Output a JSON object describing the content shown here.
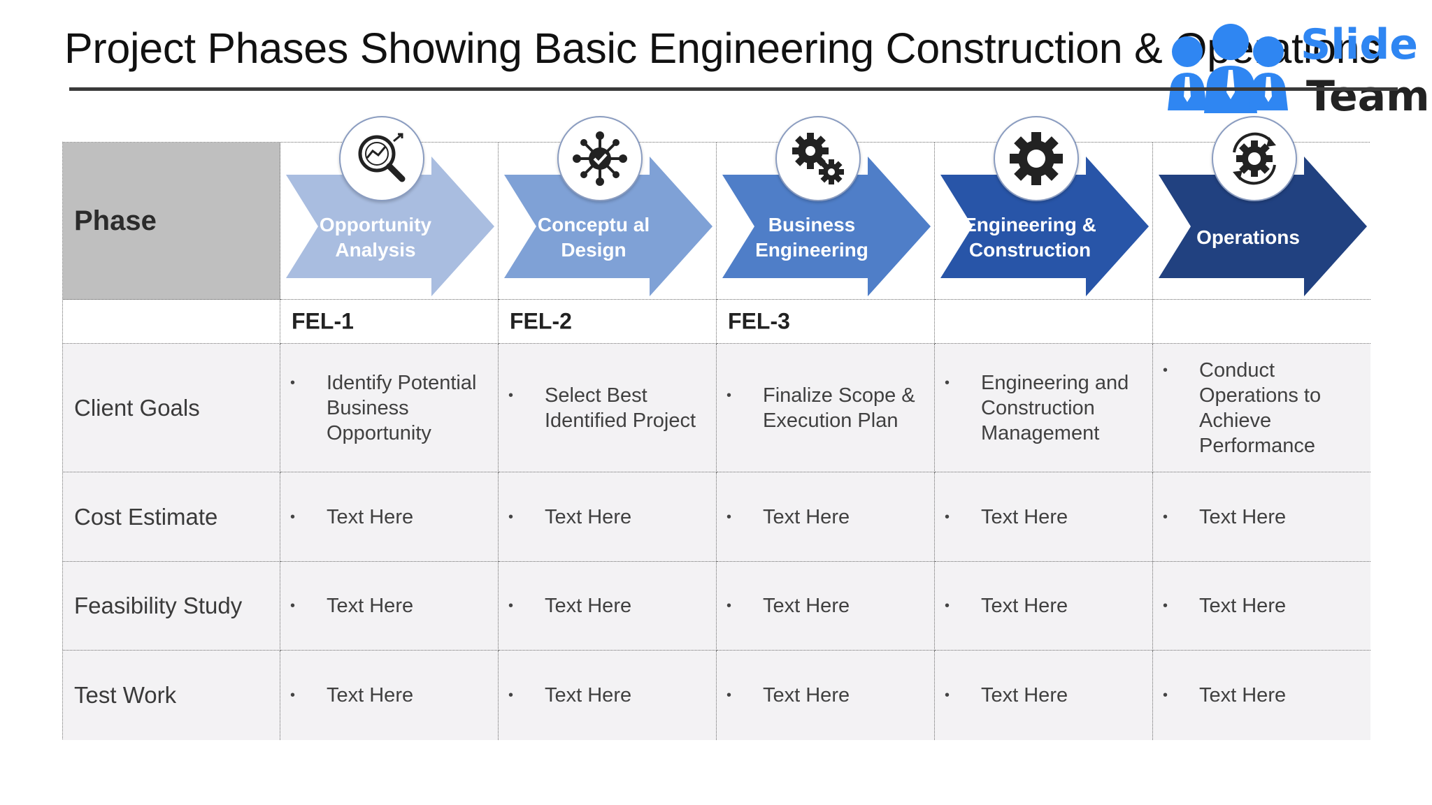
{
  "title": "Project Phases Showing Basic Engineering Construction & Operations",
  "logo": {
    "line1": "Slide",
    "line2": "Team"
  },
  "table": {
    "phase_header": "Phase",
    "phases": [
      {
        "label": "Opportunity Analysis",
        "icon": "magnifier-analytics-icon",
        "color": "#a9bde0",
        "fel": "FEL-1"
      },
      {
        "label": "Conceptu al Design",
        "icon": "concept-network-icon",
        "color": "#7fa1d6",
        "fel": "FEL-2"
      },
      {
        "label": "Business Engineering",
        "icon": "gears-icon",
        "color": "#4f7ec8",
        "fel": "FEL-3"
      },
      {
        "label": "Engineering & Construction",
        "icon": "gear-icon",
        "color": "#2855a8",
        "fel": ""
      },
      {
        "label": "Operations",
        "icon": "gear-cycle-icon",
        "color": "#214180",
        "fel": ""
      }
    ],
    "rows": [
      {
        "label": "Client Goals",
        "cells": [
          "Identify Potential Business Opportunity",
          "Select Best Identified Project",
          "Finalize Scope & Execution Plan",
          "Engineering and Construction Management",
          "Conduct Operations to Achieve Performance"
        ]
      },
      {
        "label": "Cost Estimate",
        "cells": [
          "Text Here",
          "Text Here",
          "Text Here",
          "Text Here",
          "Text Here"
        ]
      },
      {
        "label": "Feasibility Study",
        "cells": [
          "Text Here",
          "Text Here",
          "Text Here",
          "Text Here",
          "Text Here"
        ]
      },
      {
        "label": "Test Work",
        "cells": [
          "Text Here",
          "Text Here",
          "Text Here",
          "Text Here",
          "Text Here"
        ]
      }
    ]
  },
  "bullet_char": "•"
}
